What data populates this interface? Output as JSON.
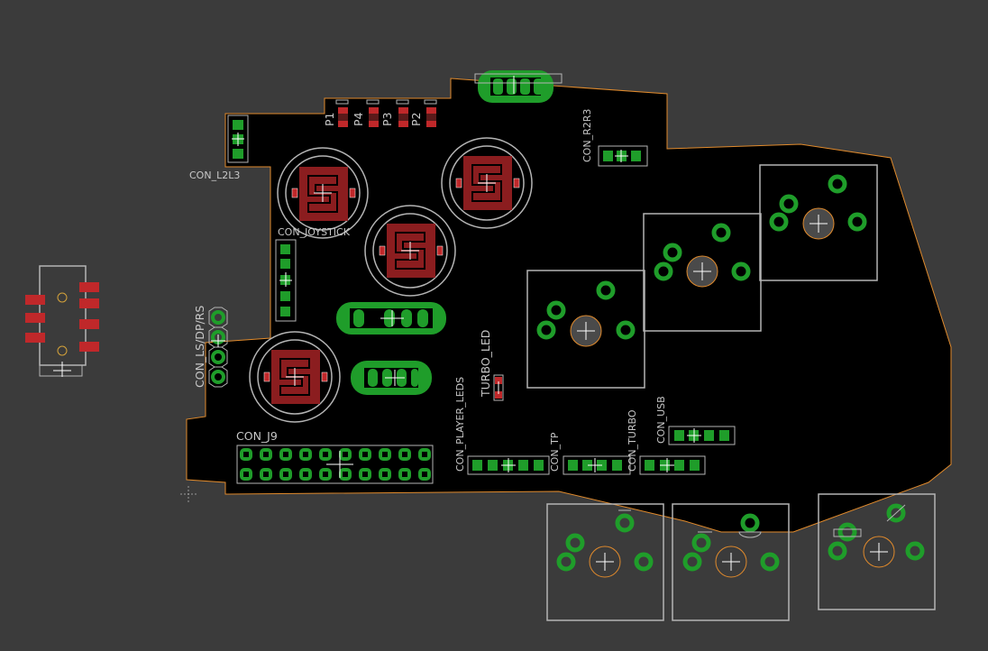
{
  "view": {
    "title": "PCB Layout View"
  },
  "colors": {
    "background": "#3b3b3b",
    "board_fill": "#000000",
    "board_outline": "#e08a2c",
    "silkscreen": "#b4b4b4",
    "pad_green": "#1f9d2a",
    "smd_red": "#c0282a",
    "text": "#c8c8c8"
  },
  "labels": {
    "l2l3": "CON_L2L3",
    "joystick": "CON_JOYSTICK",
    "r2r3": "CON_R2R3",
    "ls_dp_rs": "CON_LS/DP/RS",
    "turbo_led": "TURBO_LED",
    "player_leds": "CON_PLAYER_LEDS",
    "tp": "CON_TP",
    "turbo": "CON_TURBO",
    "usb": "CON_USB",
    "j9": "CON_J9",
    "p1": "P1",
    "p4": "P4",
    "p3": "P3",
    "p2": "P2"
  }
}
